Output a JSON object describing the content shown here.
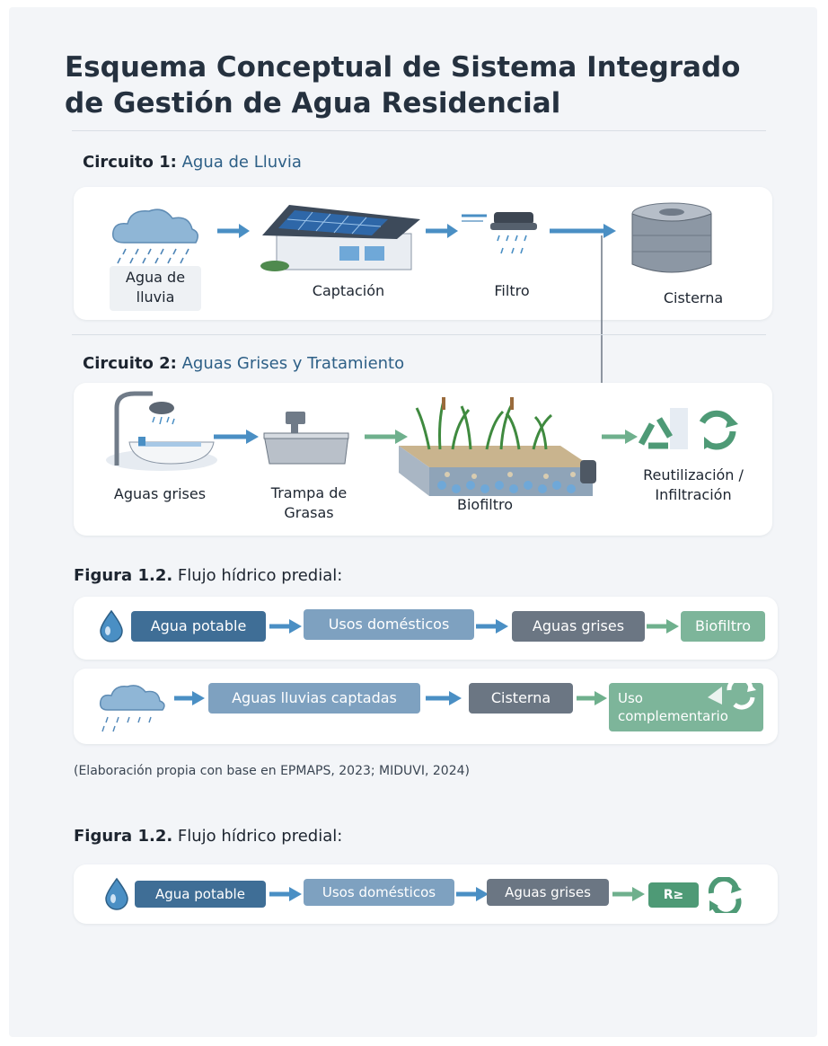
{
  "title_line1": "Esquema Conceptual de Sistema Integrado",
  "title_line2": "de Gestión de Agua Residencial",
  "circuit1": {
    "label_bold": "Circuito 1:",
    "label_text": "Agua de Lluvia",
    "steps": {
      "rain_line1": "Agua de",
      "rain_line2": "lluvia",
      "capture": "Captación",
      "filter": "Filtro",
      "cistern": "Cisterna"
    }
  },
  "circuit2": {
    "label_bold": "Circuito 2:",
    "label_text": "Aguas Grises y Tratamiento",
    "steps": {
      "grey": "Aguas grises",
      "trap_line1": "Trampa de",
      "trap_line2": "Grasas",
      "biofilter": "Biofiltro",
      "reuse_line1": "Reutilización /",
      "reuse_line2": "Infiltración"
    }
  },
  "figure_a": {
    "label_bold": "Figura 1.2.",
    "label_text": "Flujo hídrico predial:",
    "row1": [
      "Agua potable",
      "Usos domésticos",
      "Aguas grises",
      "Biofiltro"
    ],
    "row2": [
      "Aguas lluvias captadas",
      "Cisterna"
    ],
    "row2_last_line1": "Uso",
    "row2_last_line2": "complementario"
  },
  "source_note": "(Elaboración propia con base en EPMAPS, 2023; MIDUVI, 2024)",
  "figure_b": {
    "label_bold": "Figura 1.2.",
    "label_text": "Flujo hídrico predial:",
    "row": [
      "Agua potable",
      "Usos domésticos",
      "Aguas grises"
    ],
    "icon_text": "R≥"
  },
  "colors": {
    "dark_blue": "#3f6e96",
    "mid_blue": "#7ea1c0",
    "slate": "#6b7683",
    "green": "#7db59a",
    "arrow_blue": "#4a8fc4",
    "arrow_green": "#6fb08d"
  }
}
